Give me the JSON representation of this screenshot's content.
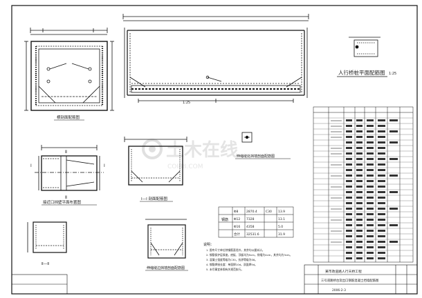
{
  "drawing": {
    "plan_title": "人行桥桩平面配筋图",
    "plan_scale": "1:25",
    "plan_dim": "1:25",
    "section_titles": {
      "main_section": "横剖面配筋图",
      "entrance_plan": "接近口挡壁平面布置图",
      "section_1": "Ⅰ—Ⅰ 剖面配筋图",
      "section_2": "Ⅱ—Ⅱ",
      "joint_detail": "伸缩缝处挡墙剖面配筋图",
      "top_detail": "伸缩缝边挡墙剖面配筋图"
    },
    "roman_labels": [
      "Ⅰ",
      "Ⅰ",
      "Ⅱ",
      "Ⅱ"
    ],
    "watermark_text": "土木在线",
    "watermark_sub": "COI88.COM",
    "notes_title": "说明：",
    "notes": [
      "1. 图中尺寸单位除钢筋直径外，其余均以厘米计。",
      "2. 钢筋保护层厚度，底板、顶板均为5cm，侧墙为4cm，其余均为3cm。",
      "3. 混凝土强度等级为C30，抗渗等级为S6。",
      "4. 钢筋焊接长度：单面焊10d，双面焊5d。",
      "5. 未尽事宜参照有关规范执行。"
    ],
    "summary_table": {
      "headers": [
        "",
        "",
        "",
        "",
        "",
        ""
      ],
      "row_label": "钢筋",
      "rows": [
        [
          "Φ8",
          "2870.4",
          "C30",
          "13.9"
        ],
        [
          "Φ12",
          "7328",
          "",
          "13.1"
        ],
        [
          "Φ16",
          "4358",
          "",
          "5.0"
        ],
        [
          "合计",
          "32531.6",
          "",
          "31.9"
        ]
      ]
    },
    "title_block": {
      "project": "某市政道路人行天桥工程",
      "drawing_name": "三号道路桥台及出口钢筋混凝土挡墙配筋图",
      "code": "2006-2-3"
    }
  }
}
